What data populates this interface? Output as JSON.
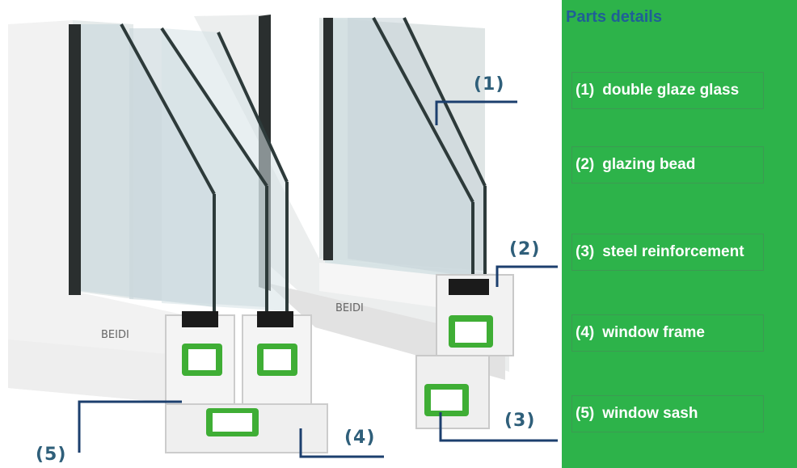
{
  "product": {
    "brand_mark": "BEIDI"
  },
  "callouts": [
    {
      "id": "1",
      "label": "(1)"
    },
    {
      "id": "2",
      "label": "(2)"
    },
    {
      "id": "3",
      "label": "(3)"
    },
    {
      "id": "4",
      "label": "(4)"
    },
    {
      "id": "5",
      "label": "(5)"
    }
  ],
  "panel": {
    "title": "Parts details",
    "parts": [
      {
        "number": "(1)",
        "name": "double glaze glass"
      },
      {
        "number": "(2)",
        "name": "glazing bead"
      },
      {
        "number": "(3)",
        "name": "steel reinforcement"
      },
      {
        "number": "(4)",
        "name": "window frame"
      },
      {
        "number": "(5)",
        "name": "window sash"
      }
    ]
  },
  "colors": {
    "panel_bg": "#2db34a",
    "panel_title": "#1f5f96",
    "callout_text": "#2f5f7a",
    "leader_line": "#1c3f6e",
    "gasket_green": "#3fae35"
  }
}
